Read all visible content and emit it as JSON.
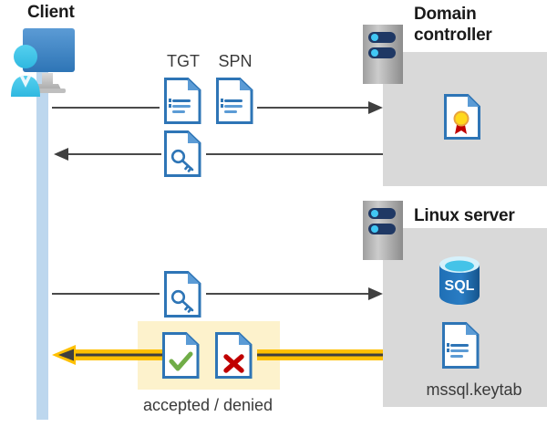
{
  "diagram": {
    "title": "Kerberos authentication flow between client, domain controller and Linux server",
    "colors": {
      "panel_gray": "#d9d9d9",
      "lifeline_blue": "#bdd7ee",
      "highlight_yellow": "#fdf2cc",
      "arrow_gray": "#4a4a4a",
      "arrow_gold": "#ffc000",
      "doc_blue": "#2e75b6",
      "doc_fold_blue": "#2e75b6",
      "check_green": "#70ad47",
      "cross_red": "#c00000",
      "seal_gold": "#ffd700",
      "sql_blue": "#1f6fb5",
      "server_gray_light": "#bfbfbf",
      "server_gray_dark": "#808080",
      "server_pill_navy": "#1f3864",
      "server_dot_cyan": "#41c7f4",
      "text_dark": "#1a1a1a",
      "text_gray": "#3a3a3a"
    }
  },
  "client": {
    "label": "Client",
    "icon": "user-monitor-icon"
  },
  "domain_controller": {
    "label": "Domain\ncontroller",
    "server_icon": "server-rack-icon",
    "contents": [
      {
        "icon": "certificate-document-icon",
        "caption": ""
      }
    ]
  },
  "linux_server": {
    "label": "Linux server",
    "server_icon": "server-rack-icon",
    "contents": [
      {
        "icon": "sql-database-icon",
        "caption": ""
      },
      {
        "icon": "keytab-document-icon",
        "caption": "mssql.keytab"
      }
    ]
  },
  "flows": [
    {
      "id": "flow-1-request",
      "direction": "right",
      "style": "thin-gray",
      "tokens": [
        {
          "icon": "document-icon",
          "label": "TGT"
        },
        {
          "icon": "document-icon",
          "label": "SPN"
        }
      ]
    },
    {
      "id": "flow-2-ticket-response",
      "direction": "left",
      "style": "thin-gray",
      "tokens": [
        {
          "icon": "key-document-icon",
          "label": ""
        }
      ]
    },
    {
      "id": "flow-3-service-request",
      "direction": "right",
      "style": "thin-gray",
      "tokens": [
        {
          "icon": "key-document-icon",
          "label": ""
        }
      ]
    },
    {
      "id": "flow-4-result",
      "direction": "left",
      "style": "thick-gold",
      "highlighted": true,
      "caption": "accepted / denied",
      "tokens": [
        {
          "icon": "accepted-document-icon",
          "label": ""
        },
        {
          "icon": "denied-document-icon",
          "label": ""
        }
      ]
    }
  ],
  "captions": {
    "accepted_denied": "accepted / denied",
    "keytab_filename": "mssql.keytab",
    "tgt": "TGT",
    "spn": "SPN"
  }
}
